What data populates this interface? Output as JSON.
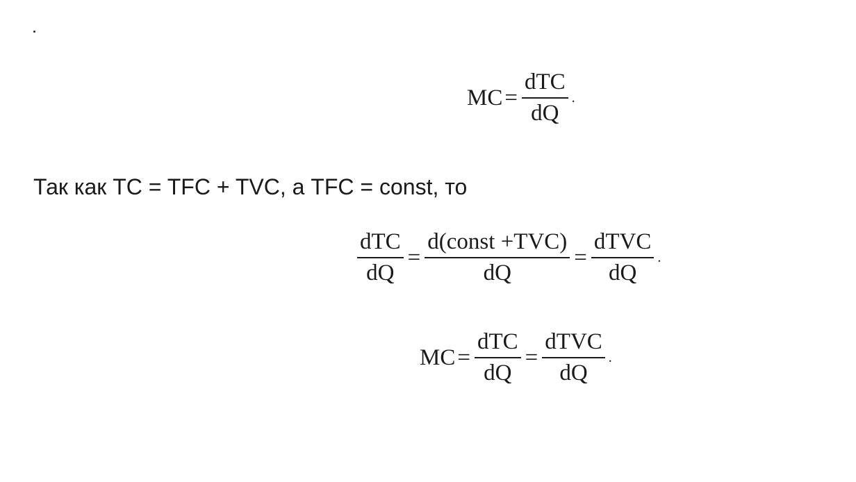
{
  "eq1": {
    "lhs": "MC",
    "op1": "=",
    "f1_num": "dTC",
    "f1_den": "dQ",
    "end": "."
  },
  "text_line": "Так как TC = TFC + TVC, а TFC = const, то",
  "eq2": {
    "f1_num": "dTC",
    "f1_den": "dQ",
    "op1": "=",
    "f2_num": "d(const +TVC)",
    "f2_den": "dQ",
    "op2": "=",
    "f3_num": "dTVC",
    "f3_den": "dQ",
    "end": "."
  },
  "eq3": {
    "lhs": "MC",
    "op1": "=",
    "f1_num": "dTC",
    "f1_den": "dQ",
    "op2": "=",
    "f2_num": "dTVC",
    "f2_den": "dQ",
    "end": "."
  }
}
